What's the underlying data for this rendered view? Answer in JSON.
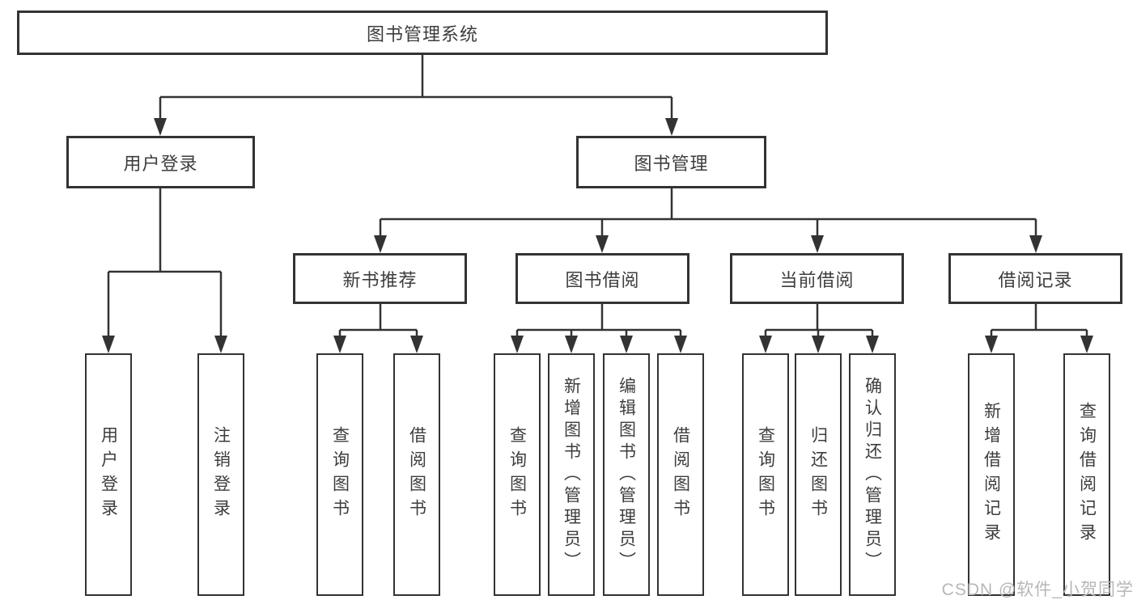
{
  "colors": {
    "line": "#333333",
    "box_border": "#333333",
    "box_background": "#ffffff",
    "text": "#3d3d3d",
    "watermark_text": "#b7b7b7",
    "page_background": "#ffffff"
  },
  "root": {
    "label": "图书管理系统"
  },
  "branches": {
    "user_login": {
      "label": "用户登录",
      "children": [
        "用户登录",
        "注销登录"
      ]
    },
    "book_management": {
      "label": "图书管理",
      "sections": {
        "new_book_recommend": {
          "label": "新书推荐",
          "children": [
            "查询图书",
            "借阅图书"
          ]
        },
        "book_borrowing": {
          "label": "图书借阅",
          "children": [
            "查询图书",
            "新增图书（管理员）",
            "编辑图书（管理员）",
            "借阅图书"
          ]
        },
        "current_borrowing": {
          "label": "当前借阅",
          "children": [
            "查询图书",
            "归还图书",
            "确认归还（管理员）"
          ]
        },
        "borrowing_records": {
          "label": "借阅记录",
          "children": [
            "新增借阅记录",
            "查询借阅记录"
          ]
        }
      }
    }
  },
  "watermark": "CSDN @软件_小贺同学"
}
